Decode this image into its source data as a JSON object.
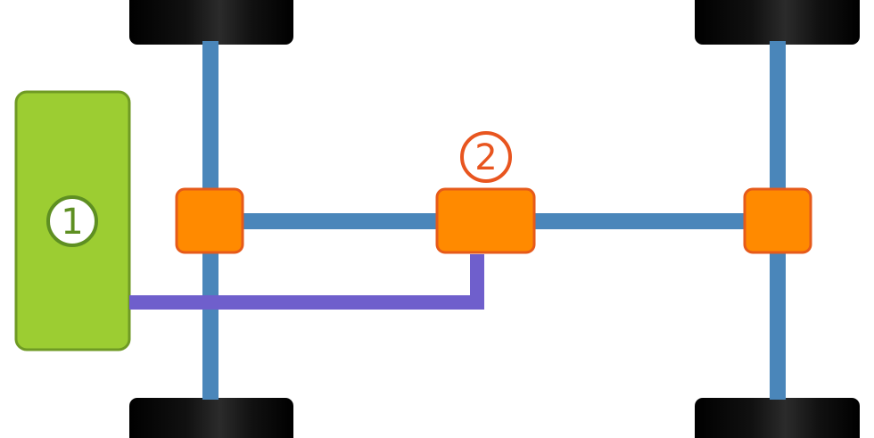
{
  "diagram": {
    "markers": [
      {
        "id": "marker-1",
        "text": "1",
        "color": "#5e8f22",
        "fill": "#ffffff"
      },
      {
        "id": "marker-2",
        "text": "2",
        "color": "#e8551f",
        "fill": "#ffffff"
      }
    ],
    "colors": {
      "background": "#ffffff",
      "engine_fill": "#9ccd32",
      "engine_stroke": "#6f9a24",
      "axle_blue": "#4a86ba",
      "link_purple": "#6f5fcc",
      "diff_fill": "#ff8a00",
      "diff_stroke": "#e65a1a",
      "wheel": "#050505"
    },
    "icons": {
      "wheel": "wheel-icon",
      "engine": "engine-block",
      "differential": "differential-box"
    }
  }
}
